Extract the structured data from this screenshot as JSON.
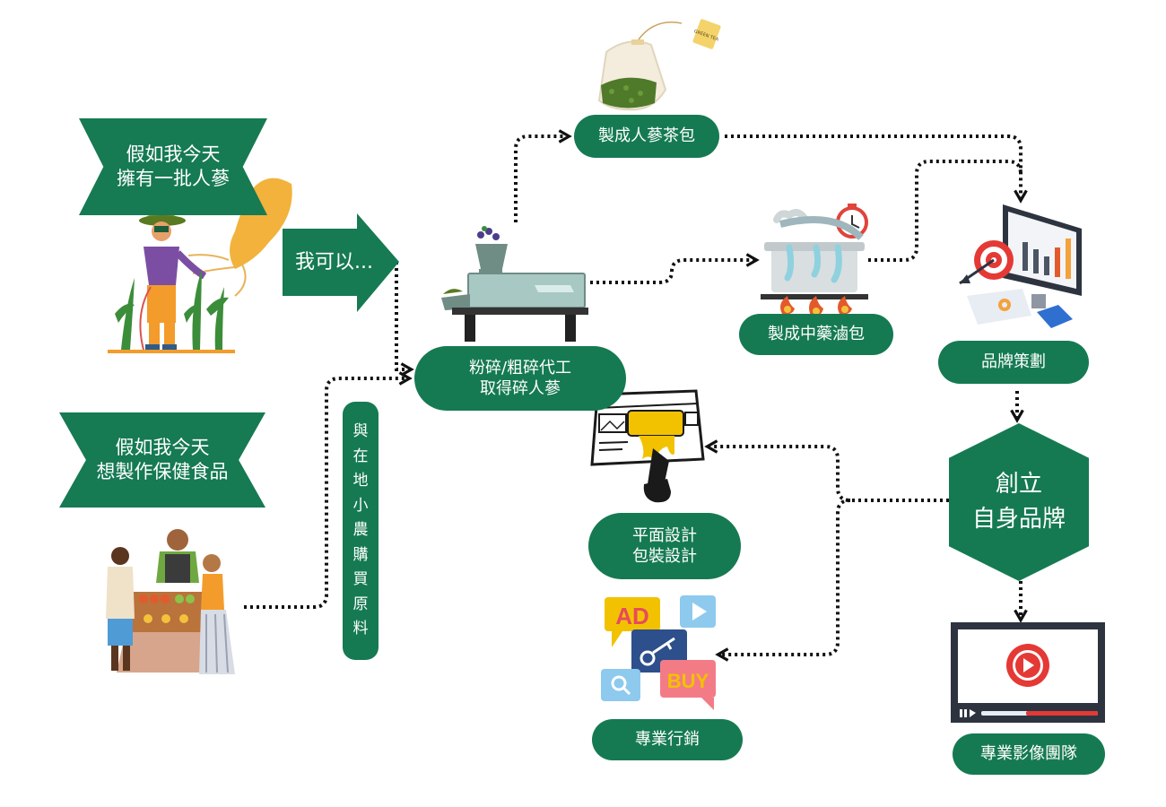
{
  "colors": {
    "primary": "#157a52",
    "connector": "#111111",
    "accent_red": "#e53935",
    "accent_yellow": "#f2c200"
  },
  "banners": {
    "ginseng": "假如我今天\n擁有一批人蔘",
    "health_food": "假如我今天\n想製作保健食品"
  },
  "arrow_label": "我可以...",
  "side_label": "與\n在\n地\n小\n農\n購\n買\n原\n料",
  "nodes": {
    "grinding": "粉碎/粗碎代工\n取得碎人蔘",
    "tea_bag": "製成人蔘茶包",
    "herbal_pack": "製成中藥滷包",
    "brand_planning": "品牌策劃",
    "create_brand": "創立\n自身品牌",
    "graphic_design": "平面設計\n包裝設計",
    "marketing": "專業行銷",
    "video_team": "專業影像團隊"
  },
  "icons": {
    "farmer": "farmer-with-ginseng-icon",
    "market": "market-stall-people-icon",
    "machine": "grinding-machine-icon",
    "tea": "tea-bag-icon",
    "pot": "cooking-pot-icon",
    "monitor": "analytics-monitor-icon",
    "design": "design-roller-screen-icon",
    "ads": "advertising-icon",
    "video": "video-player-icon"
  },
  "badges": {
    "ad": "AD",
    "buy": "BUY",
    "tea_tag": "GREEN TEA"
  }
}
